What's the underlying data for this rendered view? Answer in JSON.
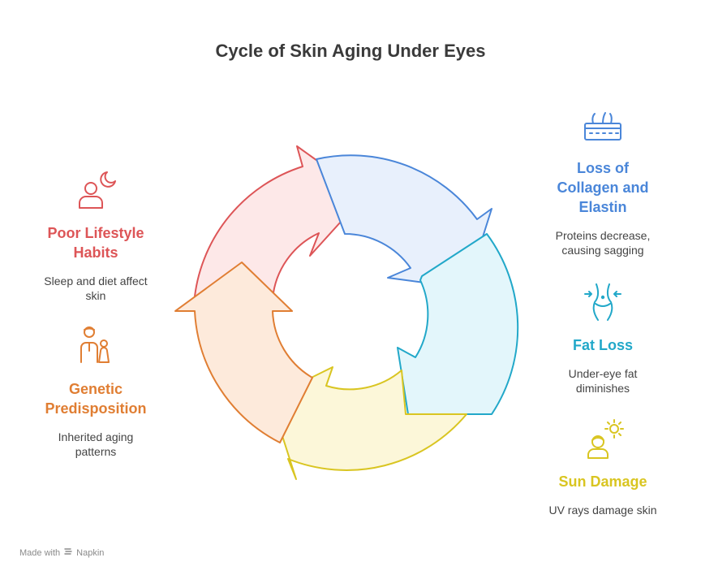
{
  "title": "Cycle of Skin Aging Under Eyes",
  "colors": {
    "red": "#dd5557",
    "blue": "#4a86d9",
    "cyan": "#22a8c9",
    "yellow": "#d9c521",
    "orange": "#e07e33"
  },
  "items": [
    {
      "id": "lifestyle",
      "heading": "Poor Lifestyle Habits",
      "heading_lines": [
        "Poor Lifestyle",
        "Habits"
      ],
      "desc_lines": [
        "Sleep and diet affect",
        "skin"
      ],
      "icon": "person-moon-icon",
      "color": "#dd5557"
    },
    {
      "id": "genetic",
      "heading": "Genetic Predisposition",
      "heading_lines": [
        "Genetic",
        "Predisposition"
      ],
      "desc_lines": [
        "Inherited aging",
        "patterns"
      ],
      "icon": "family-icon",
      "color": "#e07e33"
    },
    {
      "id": "collagen",
      "heading": "Loss of Collagen and Elastin",
      "heading_lines": [
        "Loss of",
        "Collagen and",
        "Elastin"
      ],
      "desc_lines": [
        "Proteins decrease,",
        "causing sagging"
      ],
      "icon": "skin-layer-icon",
      "color": "#4a86d9"
    },
    {
      "id": "fat",
      "heading": "Fat Loss",
      "heading_lines": [
        "Fat Loss"
      ],
      "desc_lines": [
        "Under-eye fat",
        "diminishes"
      ],
      "icon": "waist-icon",
      "color": "#22a8c9"
    },
    {
      "id": "sun",
      "heading": "Sun Damage",
      "heading_lines": [
        "Sun Damage"
      ],
      "desc_lines": [
        "UV rays damage skin"
      ],
      "icon": "person-sun-icon",
      "color": "#d9c521"
    }
  ],
  "footer": {
    "prefix": "Made with",
    "brand": "Napkin"
  }
}
